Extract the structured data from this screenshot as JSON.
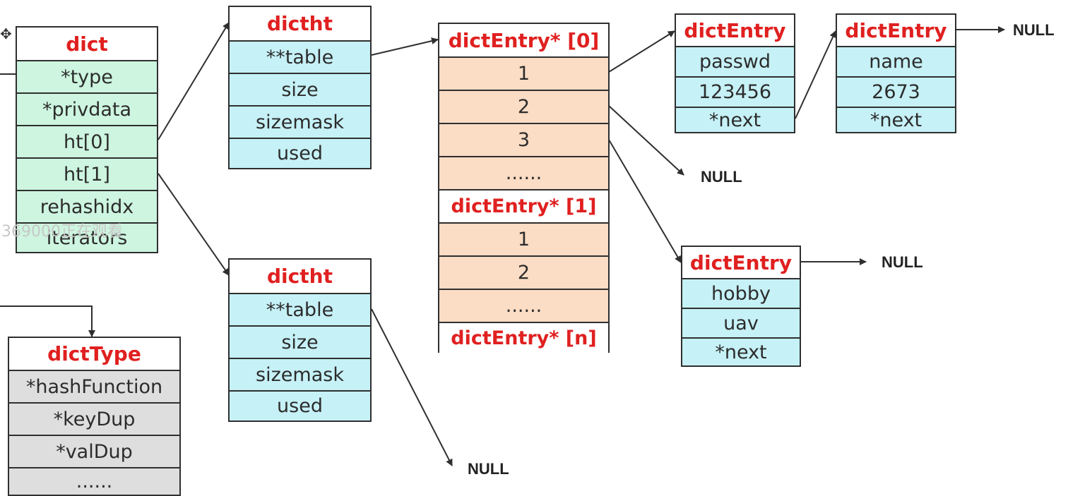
{
  "dict": {
    "title": "dict",
    "fields": [
      "*type",
      "*privdata",
      "ht[0]",
      "ht[1]",
      "rehashidx",
      "iterators"
    ]
  },
  "dictht_0": {
    "title": "dictht",
    "fields": [
      "**table",
      "size",
      "sizemask",
      "used"
    ]
  },
  "dictht_1": {
    "title": "dictht",
    "fields": [
      "**table",
      "size",
      "sizemask",
      "used"
    ]
  },
  "table_array": {
    "sections": [
      {
        "header": "dictEntry* [0]",
        "rows": [
          "1",
          "2",
          "3",
          "......"
        ]
      },
      {
        "header": "dictEntry* [1]",
        "rows": [
          "1",
          "2",
          "......"
        ]
      },
      {
        "header": "dictEntry* [n]",
        "rows": []
      }
    ]
  },
  "entry_passwd": {
    "title": "dictEntry",
    "fields": [
      "passwd",
      "123456",
      "*next"
    ]
  },
  "entry_name": {
    "title": "dictEntry",
    "fields": [
      "name",
      "2673",
      "*next"
    ]
  },
  "entry_hobby": {
    "title": "dictEntry",
    "fields": [
      "hobby",
      "uav",
      "*next"
    ]
  },
  "dicttype": {
    "title": "dictType",
    "fields": [
      "*hashFunction",
      "*keyDup",
      "*valDup",
      "......"
    ]
  },
  "null_labels": [
    "NULL",
    "NULL",
    "NULL",
    "NULL"
  ],
  "watermark": "369000正在观看",
  "colors": {
    "title_red": "#e02020",
    "green_fill": "#cdf5df",
    "cyan_fill": "#c6f1f6",
    "peach_fill": "#fbdcc4",
    "gray_fill": "#dedede",
    "border": "#2f2f2f"
  }
}
